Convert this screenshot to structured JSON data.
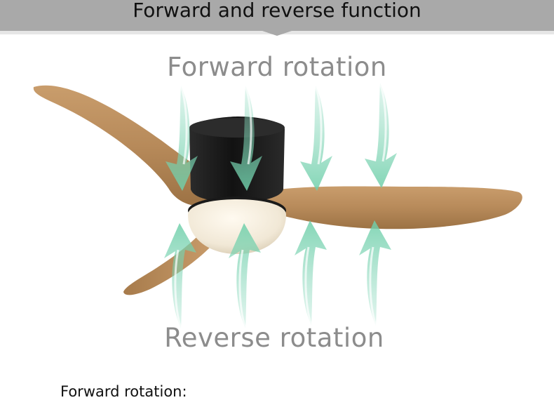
{
  "banner": {
    "title": "Forward and reverse function"
  },
  "labels": {
    "forward": "Forward rotation",
    "reverse": "Reverse rotation"
  },
  "caption": {
    "text": "Forward rotation:"
  },
  "colors": {
    "banner": "#a9a9a9",
    "wood": "#b98c5c",
    "motor": "#1c1c1c",
    "light": "#f3ecdd",
    "airflow": "#7fd3b4",
    "label": "#8c8c8c"
  },
  "icons": [
    "ceiling-fan-image",
    "airflow-arrow-down-icon",
    "airflow-arrow-up-icon"
  ]
}
